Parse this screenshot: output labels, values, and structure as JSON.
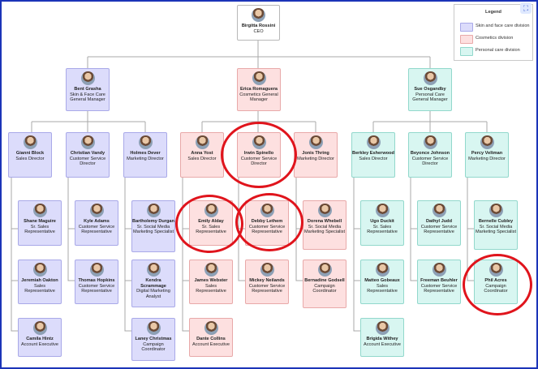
{
  "legend": {
    "title": "Legend",
    "items": [
      {
        "label": "Skin and face care division",
        "color": "#dcdcfb"
      },
      {
        "label": "Cosmetics division",
        "color": "#fde0e0"
      },
      {
        "label": "Personal care division",
        "color": "#d8f6f1"
      }
    ]
  },
  "chart": {
    "ceo": {
      "name": "Birgitta Rossini",
      "title": "CEO"
    },
    "gm": [
      {
        "name": "Bent Grasha",
        "title": "Skin & Face Care General Manager"
      },
      {
        "name": "Erica Romaguera",
        "title": "Cosmetics General Manager"
      },
      {
        "name": "Sue Osgandby",
        "title": "Personal Care General Manager"
      }
    ],
    "directors": [
      {
        "name": "Gianni Block",
        "title": "Sales Director"
      },
      {
        "name": "Christian Vandy",
        "title": "Customer Service Director"
      },
      {
        "name": "Holmes Dever",
        "title": "Marketing Director"
      },
      {
        "name": "Anna Yost",
        "title": "Sales Director"
      },
      {
        "name": "Irwin Spinello",
        "title": "Customer Service Director"
      },
      {
        "name": "Jonis Thring",
        "title": "Marketing Director"
      },
      {
        "name": "Berkley Esherwood",
        "title": "Sales Director"
      },
      {
        "name": "Beyonce Johnson",
        "title": "Customer Service Director"
      },
      {
        "name": "Percy Veltman",
        "title": "Marketing Director"
      }
    ],
    "staff": [
      {
        "name": "Shane Maguire",
        "title": "Sr. Sales Representative"
      },
      {
        "name": "Jeremiah Oakton",
        "title": "Sales Representative"
      },
      {
        "name": "Camila Hintz",
        "title": "Account Executive"
      },
      {
        "name": "Kyle Adams",
        "title": "Customer Service Representative"
      },
      {
        "name": "Thomas Hopkins",
        "title": "Customer Service Representative"
      },
      {
        "name": "Bartholemy Durgan",
        "title": "Sr. Social Media Marketing Specialist"
      },
      {
        "name": "Kendra Scrammage",
        "title": "Digital Marketing Analyst"
      },
      {
        "name": "Laney Christmas",
        "title": "Campaign Coordinator"
      },
      {
        "name": "Emily Alday",
        "title": "Sr. Sales Representative"
      },
      {
        "name": "James Webster",
        "title": "Sales Representative"
      },
      {
        "name": "Dante Collins",
        "title": "Account Executive"
      },
      {
        "name": "Debby Lethem",
        "title": "Customer Service Representative"
      },
      {
        "name": "Mickey Neilands",
        "title": "Customer Service Representative"
      },
      {
        "name": "Dorena Whebell",
        "title": "Sr. Social Media Marketing Specialist"
      },
      {
        "name": "Bernadine Godsell",
        "title": "Campaign Coordinator"
      },
      {
        "name": "Ugo Duckit",
        "title": "Sr. Sales Representative"
      },
      {
        "name": "Matteo Gobeaux",
        "title": "Sales Representative"
      },
      {
        "name": "Brigida Withey",
        "title": "Account Executive"
      },
      {
        "name": "Dathyl Judd",
        "title": "Customer Service Representative"
      },
      {
        "name": "Freeman Beuhler",
        "title": "Customer Service Representative"
      },
      {
        "name": "Bernelle Cubley",
        "title": "Sr. Social Media Marketing Specialist"
      },
      {
        "name": "Phil Acres",
        "title": "Campaign Coordinator"
      }
    ]
  }
}
